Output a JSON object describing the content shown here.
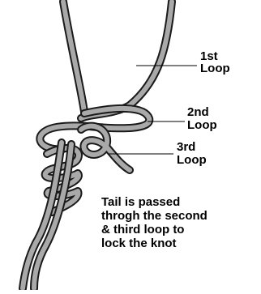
{
  "labels": {
    "loop1_a": "1st",
    "loop1_b": "Loop",
    "loop2_a": "2nd",
    "loop2_b": "Loop",
    "loop3_a": "3rd",
    "loop3_b": "Loop"
  },
  "caption": [
    "Tail is passed",
    "throgh the second",
    "& third loop to",
    "lock the knot"
  ],
  "colors": {
    "rope_fill": "#a9a9a9",
    "rope_edge": "#1a1a1a",
    "text": "#000000",
    "background": "#ffffff"
  }
}
